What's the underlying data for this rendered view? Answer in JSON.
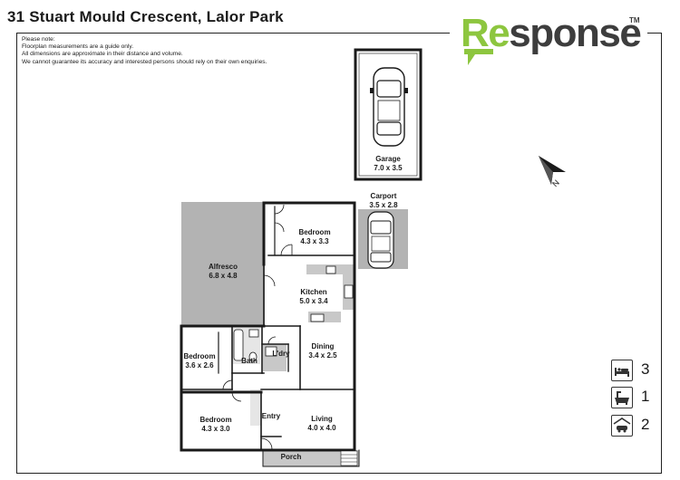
{
  "header": {
    "title": "31 Stuart Mould Crescent, Lalor Park"
  },
  "notes": [
    "Please note:",
    "Floorplan measurements are a guide only.",
    "All dimensions are approximate in their distance and volume.",
    "We cannot guarantee its accuracy and interested persons should rely on their own enquiries."
  ],
  "logo": {
    "part1": "Re",
    "part2": "sponse",
    "tm": "TM",
    "green": "#8dc63f",
    "grey": "#3d3d3d"
  },
  "rooms": {
    "garage": {
      "name": "Garage",
      "dim": "7.0 x 3.5"
    },
    "carport": {
      "name": "Carport",
      "dim": "3.5 x 2.8"
    },
    "bedroom1": {
      "name": "Bedroom",
      "dim": "4.3 x 3.3"
    },
    "alfresco": {
      "name": "Alfresco",
      "dim": "6.8 x 4.8"
    },
    "kitchen": {
      "name": "Kitchen",
      "dim": "5.0 x 3.4"
    },
    "bedroom2": {
      "name": "Bedroom",
      "dim": "3.6 x 2.6"
    },
    "bath": {
      "name": "Bath"
    },
    "laundry": {
      "name": "L'dry"
    },
    "dining": {
      "name": "Dining",
      "dim": "3.4 x 2.5"
    },
    "bedroom3": {
      "name": "Bedroom",
      "dim": "4.3 x 3.0"
    },
    "entry": {
      "name": "Entry"
    },
    "living": {
      "name": "Living",
      "dim": "4.0 x 4.0"
    },
    "porch": {
      "name": "Porch"
    }
  },
  "compass": {
    "letter": "N"
  },
  "stats": {
    "bedrooms": {
      "icon": "bed-icon",
      "value": "3"
    },
    "bathrooms": {
      "icon": "bathtub-icon",
      "value": "1"
    },
    "garages": {
      "icon": "garage-car-icon",
      "value": "2"
    }
  },
  "colors": {
    "outdoor_shade": "#b3b3b3",
    "wall": "#1a1a1a"
  }
}
